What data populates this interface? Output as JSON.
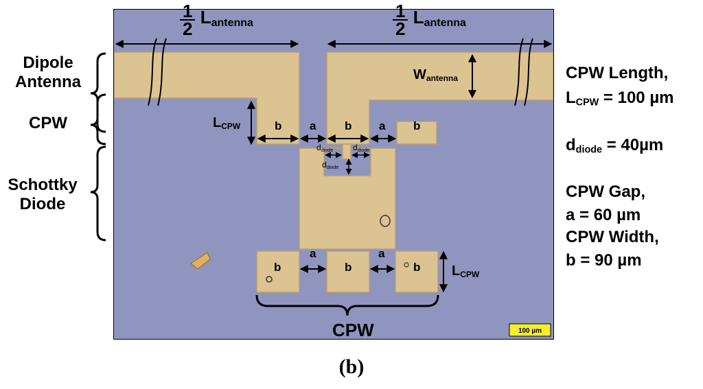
{
  "colors": {
    "substrate": "#8f95bf",
    "metal": "#dcc392",
    "metal_edge": "#b9a070",
    "scale_bar": "#f5ee2c"
  },
  "top_labels": {
    "fraction_num": "1",
    "fraction_den": "2",
    "length_symbol": "L",
    "length_sub": "antenna"
  },
  "image_labels": {
    "w_antenna": "W",
    "w_antenna_sub": "antenna",
    "l_cpw": "L",
    "l_cpw_sub": "CPW",
    "b": "b",
    "a": "a",
    "d": "d",
    "d_sub": "diode",
    "scale_bar": "100 µm"
  },
  "left_labels": {
    "dipole_line1": "Dipole",
    "dipole_line2": "Antenna",
    "cpw": "CPW",
    "schottky_line1": "Schottky",
    "schottky_line2": "Diode"
  },
  "bottom_label": "CPW",
  "right_notes": {
    "length_line1": "CPW Length,",
    "length_line2_prefix": "L",
    "length_line2_sub": "CPW",
    "length_line2_value": " = 100 µm",
    "diode_prefix": "d",
    "diode_sub": "diode",
    "diode_value": " = 40µm",
    "gap_line1": "CPW Gap,",
    "gap_line2": "a = 60 µm",
    "width_line1": "CPW Width,",
    "width_line2": "b = 90 µm"
  },
  "caption": "(b)"
}
